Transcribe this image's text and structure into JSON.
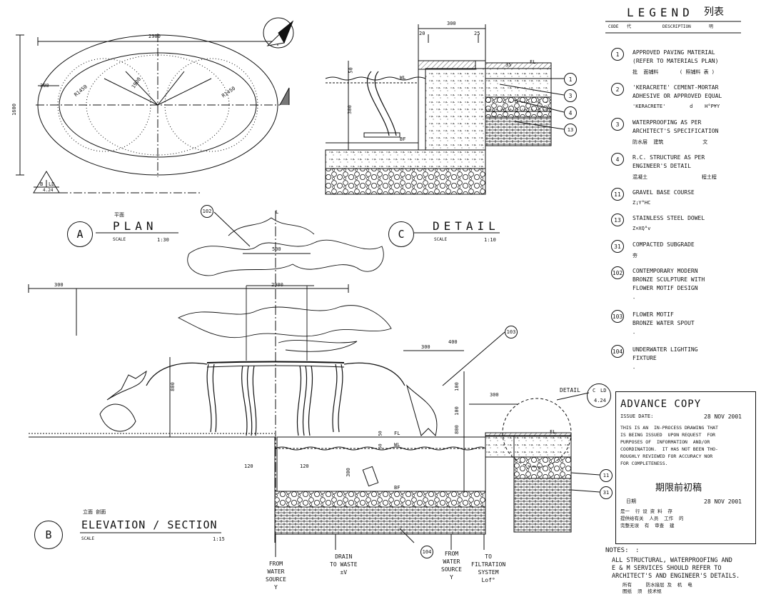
{
  "legend": {
    "title": "LEGEND",
    "title_zh": "列表",
    "code_label": "CODE",
    "code_label_zh": "代",
    "desc_label": "DESCRIPTION",
    "desc_label_zh": "明",
    "items": [
      {
        "num": "1",
        "en": "APPROVED PAVING MATERIAL\n(REFER TO MATERIALS PLAN)",
        "zh": "批  面铺料       ( 照铺料 表 )"
      },
      {
        "num": "2",
        "en": "'KERACRETE' CEMENT-MORTAR\nADHESIVE OR APPROVED EQUAL",
        "zh": "'KERACRETE'        d    H°P¥Y"
      },
      {
        "num": "3",
        "en": "WATERPROOFING AS PER\nARCHITECT'S SPECIFICATION",
        "zh": "防水层  建筑             文"
      },
      {
        "num": "4",
        "en": "R.C. STRUCTURE AS PER\nENGINEER'S DETAIL",
        "zh": "混凝土                  程土程"
      },
      {
        "num": "11",
        "en": "GRAVEL BASE COURSE",
        "zh": "Z¡Y°HC"
      },
      {
        "num": "13",
        "en": "STAINLESS STEEL DOWEL",
        "zh": "Z¤XQ°v"
      },
      {
        "num": "31",
        "en": "COMPACTED SUBGRADE",
        "zh": "夯"
      },
      {
        "num": "102",
        "en": "CONTEMPORARY MODERN\nBRONZE SCULPTURE WITH\nFLOWER MOTIF DESIGN",
        "zh": "-"
      },
      {
        "num": "103",
        "en": "FLOWER MOTIF\nBRONZE WATER SPOUT",
        "zh": "-"
      },
      {
        "num": "104",
        "en": "UNDERWATER LIGHTING\nFIXTURE",
        "zh": "-"
      }
    ]
  },
  "advance": {
    "title": "ADVANCE COPY",
    "issue_label": "ISSUE DATE:",
    "issue_date": "28 NOV 2001",
    "body": "THIS IS AN  IN-PROCESS DRAWING THAT\nIS BEING ISSUED  UPON REQUEST  FOR\nPURPOSES OF  INFORMATION  AND/OR\nCOORDINATION.  IT HAS NOT BEEN THO-\nROUGHLY REVIEWED FOR ACCURACY NOR\nFOR COMPLETENESS.",
    "zh_title": "期限前初稿",
    "zh_date_label": "日期",
    "zh_date": "28 NOV 2001",
    "zh_body": "是一  行 设 资 料  存\n提供给有关  人员  工作  的\n完整无误  有  审查  建"
  },
  "notes": {
    "label": "NOTES:",
    "label_zh": ":",
    "text": "ALL STRUCTURAL, WATERPROOFING AND\nE & M SERVICES SHOULD REFER TO\nARCHITECT'S AND ENGINEER'S DETAILS.",
    "text_zh": "所有     防水接层 及  机  电\n图纸  须  技术规"
  },
  "views": {
    "plan": {
      "letter": "A",
      "zh": "平面",
      "title": "PLAN",
      "scale_label": "SCALE",
      "scale": "1:30"
    },
    "detail": {
      "letter": "C",
      "title": "DETAIL",
      "scale_label": "SCALE",
      "scale": "1:10"
    },
    "elevation": {
      "letter": "B",
      "zh": "立面   剖面",
      "title": "ELEVATION / SECTION",
      "scale_label": "SCALE",
      "scale": "1:15"
    }
  },
  "plan_dims": {
    "width": "2900",
    "height": "1600",
    "r1": "R1450",
    "r2": "R1450",
    "d": "1900",
    "off": "300",
    "ref_top": "B",
    "ref_top2": "LD",
    "ref_bot": "4.24"
  },
  "detail_dims": {
    "w300": "300",
    "w20": "20",
    "w25": "25",
    "h35": "35",
    "h50": "50",
    "h300": "300",
    "fl": "FL",
    "wl": "WL",
    "bf": "BF"
  },
  "elev_dims": {
    "w300": "300",
    "w2900": "2900",
    "w500": "500",
    "h800": "800",
    "cl": "L",
    "w120a": "120",
    "w120b": "120",
    "h300": "300",
    "r300": "300",
    "r400": "400",
    "r100": "100",
    "r800": "800",
    "r100b": "100",
    "r300b": "300",
    "fl": "FL",
    "wl": "WL",
    "bf": "BF",
    "h50a": "50",
    "h50b": "50"
  },
  "detail_ref": {
    "label": "DETAIL",
    "top_left": "C",
    "top_right": "LD",
    "bottom": "4.24"
  },
  "callouts": {
    "c102": "102",
    "c103": "103",
    "c104": "104",
    "c1": "1",
    "c3": "3",
    "c4": "4",
    "c13": "13",
    "c11": "11",
    "c31": "31"
  },
  "labels": {
    "from_water_1": "FROM\nWATER\nSOURCE\nY",
    "drain": "DRAIN\nTO WASTE\n±V",
    "from_water_2": "FROM\nWATER\nSOURCE\nY",
    "filtration": "TO\nFILTRATION\nSYSTEM\nLof°"
  }
}
